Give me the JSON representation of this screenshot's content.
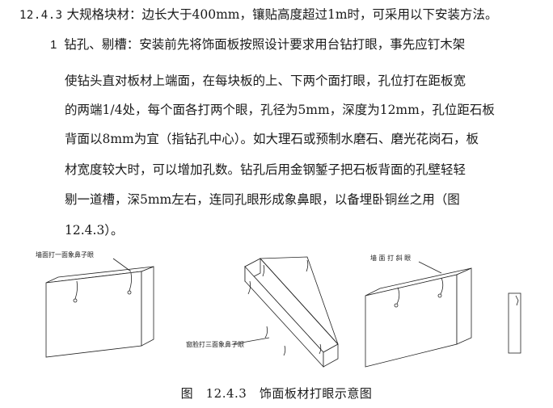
{
  "section": {
    "number": "12.4.3",
    "title": "大规格块材：边长大于400mm，镶贴高度超过1m时，可采用以下安装方法。"
  },
  "item": {
    "number": "1",
    "lines": [
      "钻孔、剔槽：安装前先将饰面板按照设计要求用台钻打眼，事先应钉木架",
      "使钻头直对板材上端面，在每块板的上、下两个面打眼，孔位打在距板宽",
      "的两端1/4处，每个面各打两个眼，孔径为5mm，深度为12mm，孔位距石板",
      "背面以8mm为宜（指钻孔中心）。如大理石或预制水磨石、磨光花岗石，板",
      "材宽度较大时，可以增加孔数。钻孔后用金钢錾子把石板背面的孔壁轻轻",
      "剔一道槽，深5mm左右，连同孔眼形成象鼻眼，以备埋卧铜丝之用（图",
      "12.4.3）。"
    ]
  },
  "figure": {
    "label_left": "墙面打一面象鼻子眼",
    "label_middle": "窗脸打三面象鼻子眼",
    "label_right": "墙 面 打 斜 眼",
    "caption": "图　12.4.3　饰面板材打眼示意图"
  }
}
